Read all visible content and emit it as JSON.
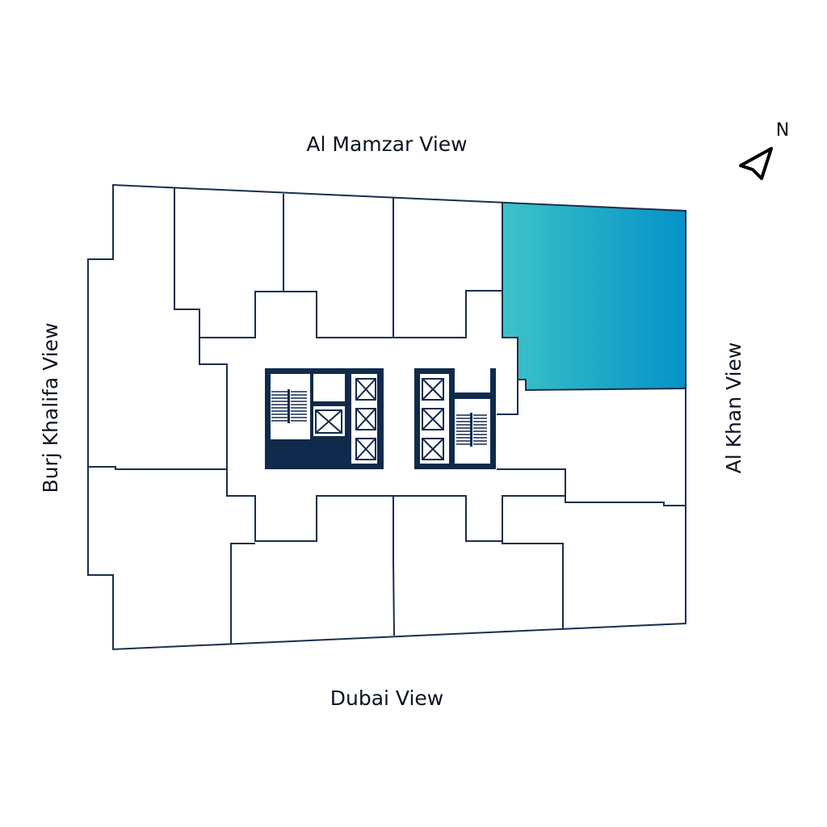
{
  "views": {
    "north": "Al Mamzar View",
    "south": "Dubai View",
    "west": "Burj Khalifa View",
    "east": "Al Khan View"
  },
  "compass": {
    "label": "N",
    "icon": "north-arrow-icon"
  },
  "highlight": {
    "gradient_start": "#3cc3c8",
    "gradient_end": "#0592c8",
    "unit": "north-east unit"
  },
  "colors": {
    "lines": "#1b2d4d",
    "core": "#102a4c"
  }
}
